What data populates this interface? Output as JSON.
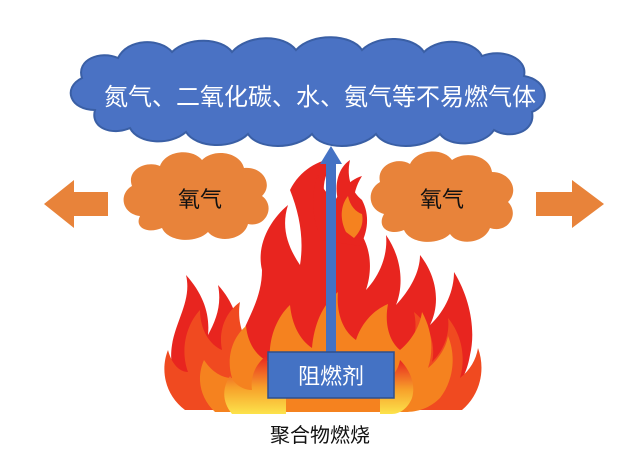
{
  "labels": {
    "gas_cloud": "氮气、二氧化碳、水、氨气等不易燃气体",
    "oxygen_left": "氧气",
    "oxygen_right": "氧气",
    "retardant": "阻燃剂",
    "combustion": "聚合物燃烧"
  },
  "colors": {
    "cloud_blue": "#4A72C4",
    "cloud_outline": "#3A5FA5",
    "oxygen_orange": "#E8833A",
    "arrow_orange": "#E8833A",
    "arrow_blue": "#4472C4",
    "retardant_blue": "#4472C4",
    "flame_red": "#E8251F",
    "flame_orange": "#F5821F",
    "flame_yellow": "#FCE34B"
  }
}
